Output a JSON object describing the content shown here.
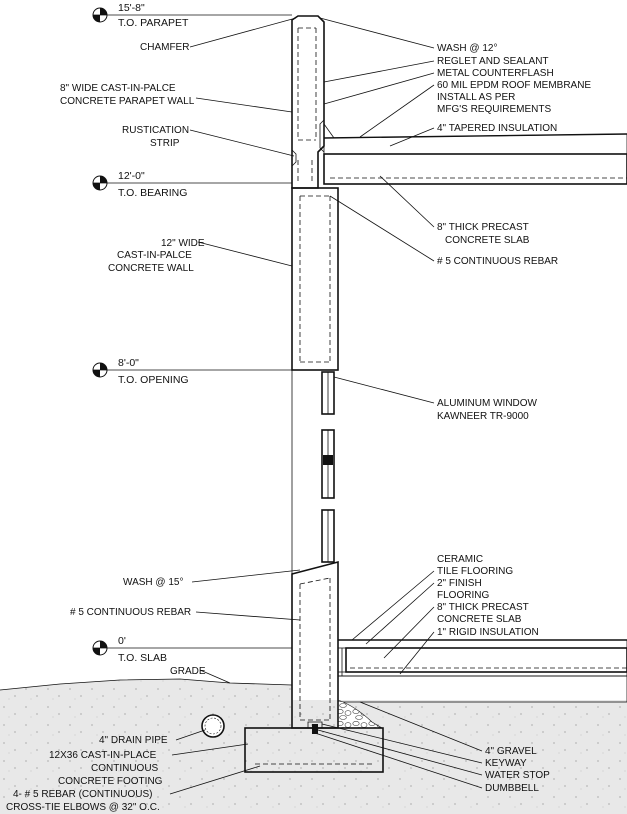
{
  "elevations": [
    {
      "id": "parapet",
      "value": "15'-8\"",
      "label": "T.O. PARAPET"
    },
    {
      "id": "bearing",
      "value": "12'-0\"",
      "label": "T.O. BEARING"
    },
    {
      "id": "opening",
      "value": "8'-0\"",
      "label": "T.O. OPENING"
    },
    {
      "id": "slab",
      "value": "0'",
      "label": "T.O. SLAB"
    }
  ],
  "left_notes": {
    "chamfer": [
      "CHAMFER"
    ],
    "parapet_wall": [
      "8\" WIDE CAST-IN-PALCE",
      "CONCRETE PARAPET WALL"
    ],
    "rustication": [
      "RUSTICATION",
      "STRIP"
    ],
    "concrete_wall": [
      "12\" WIDE",
      "CAST-IN-PALCE",
      "CONCRETE WALL"
    ],
    "wash_15": [
      "WASH @ 15°"
    ],
    "rebar_left": [
      "# 5 CONTINUOUS REBAR"
    ],
    "grade": [
      "GRADE"
    ],
    "drain_pipe": [
      "4\" DRAIN PIPE"
    ],
    "footing": [
      "12X36 CAST-IN-PLACE",
      "CONTINUOUS",
      "CONCRETE FOOTING",
      "4- # 5 REBAR (CONTINUOUS)",
      "CROSS-TIE ELBOWS @ 32\" O.C."
    ]
  },
  "right_notes": {
    "wash_12": [
      "WASH @ 12°"
    ],
    "roof_assembly": [
      "REGLET AND SEALANT",
      "METAL COUNTERFLASH",
      "60 MIL EPDM ROOF MEMBRANE",
      "INSTALL AS PER",
      "MFG'S REQUIREMENTS"
    ],
    "tapered_insulation": [
      "4\" TAPERED INSULATION"
    ],
    "precast_roof": [
      "8\" THICK PRECAST",
      "CONCRETE SLAB"
    ],
    "rebar_right": [
      "# 5 CONTINUOUS REBAR"
    ],
    "window": [
      "ALUMINUM WINDOW",
      "KAWNEER TR-9000"
    ],
    "floor_assembly": [
      "CERAMIC",
      "TILE FLOORING",
      "2\" FINISH",
      "FLOORING",
      "8\" THICK PRECAST",
      "CONCRETE SLAB",
      "1\" RIGID INSULATION"
    ],
    "gravel": [
      "4\" GRAVEL"
    ],
    "keyway": [
      "KEYWAY"
    ],
    "water_stop": [
      "WATER STOP"
    ],
    "dumbbell": [
      "DUMBBELL"
    ]
  },
  "colors": {
    "ink": "#111111",
    "concrete": "#f4f4f4",
    "earth": "#e6e6e6",
    "insulation": "#cfcfcf"
  }
}
